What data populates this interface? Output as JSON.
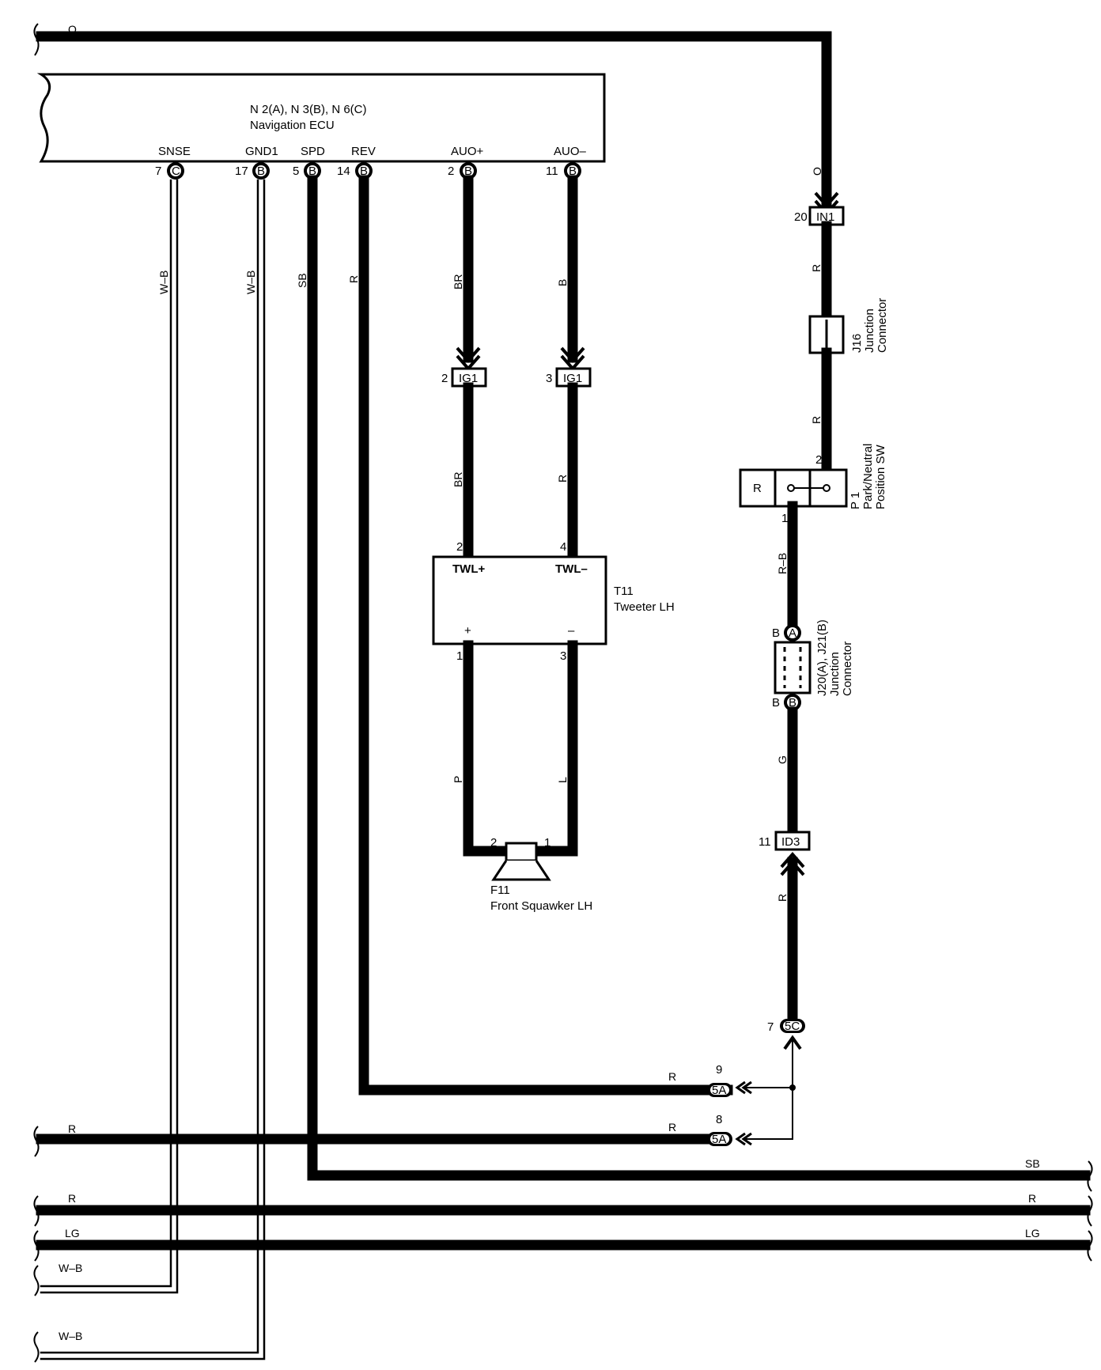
{
  "ecu": {
    "title_line1": "N 2(A), N 3(B), N 6(C)",
    "title_line2": "Navigation ECU",
    "terminals": [
      {
        "name": "SNSE",
        "pin": "7",
        "conn": "C"
      },
      {
        "name": "GND1",
        "pin": "17",
        "conn": "B"
      },
      {
        "name": "SPD",
        "pin": "5",
        "conn": "B"
      },
      {
        "name": "REV",
        "pin": "14",
        "conn": "B"
      },
      {
        "name": "AUO+",
        "pin": "2",
        "conn": "B"
      },
      {
        "name": "AUO–",
        "pin": "11",
        "conn": "B"
      }
    ]
  },
  "wire_colors": {
    "top": "O",
    "snse": "W–B",
    "gnd1": "W–B",
    "spd": "SB",
    "rev": "R",
    "auo_plus": "BR",
    "auo_minus": "B",
    "ig1_left_out": "BR",
    "ig1_right_out": "R",
    "squawker_left": "P",
    "squawker_right": "L",
    "in1_top": "O",
    "in1_out": "R",
    "j16_out": "R",
    "p1_out": "R–B",
    "j20_out": "G",
    "id3_out": "R",
    "splice_5a_9": "R",
    "splice_5a_8": "R",
    "bus_r1": "R",
    "bus_sb": "SB",
    "bus_r2_left": "R",
    "bus_r2_right": "R",
    "bus_lg_left": "LG",
    "bus_lg_right": "LG",
    "bus_wb1": "W–B",
    "bus_wb2": "W–B"
  },
  "connectors": {
    "ig1_left": {
      "label": "IG1",
      "pin": "2"
    },
    "ig1_right": {
      "label": "IG1",
      "pin": "3"
    },
    "in1": {
      "label": "IN1",
      "pin": "20"
    },
    "id3": {
      "label": "ID3",
      "pin": "11"
    },
    "c5c": {
      "label": "5C",
      "pin": "7"
    },
    "c5a_9": {
      "label": "5A",
      "pin": "9"
    },
    "c5a_8": {
      "label": "5A",
      "pin": "8"
    }
  },
  "tweeter": {
    "id": "T11",
    "name": "Tweeter LH",
    "pin_left": "2",
    "pin_right": "4",
    "term_left": "TWL+",
    "term_right": "TWL–",
    "plus": "+",
    "minus": "–",
    "pin_out_left": "1",
    "pin_out_right": "3"
  },
  "squawker": {
    "id": "F11",
    "name": "Front Squawker LH",
    "pin_left": "2",
    "pin_right": "1"
  },
  "j16": {
    "id": "J16",
    "line2": "Junction",
    "line3": "Connector"
  },
  "p1": {
    "id": "P 1",
    "line2": "Park/Neutral",
    "line3": "Position SW",
    "pin_top": "2",
    "pin_bottom": "1",
    "contact": "R"
  },
  "j20": {
    "id": "J20(A), J21(B)",
    "line2": "Junction",
    "line3": "Connector",
    "top_pin": "B",
    "top_conn": "A",
    "bottom_pin": "B",
    "bottom_conn": "B"
  }
}
